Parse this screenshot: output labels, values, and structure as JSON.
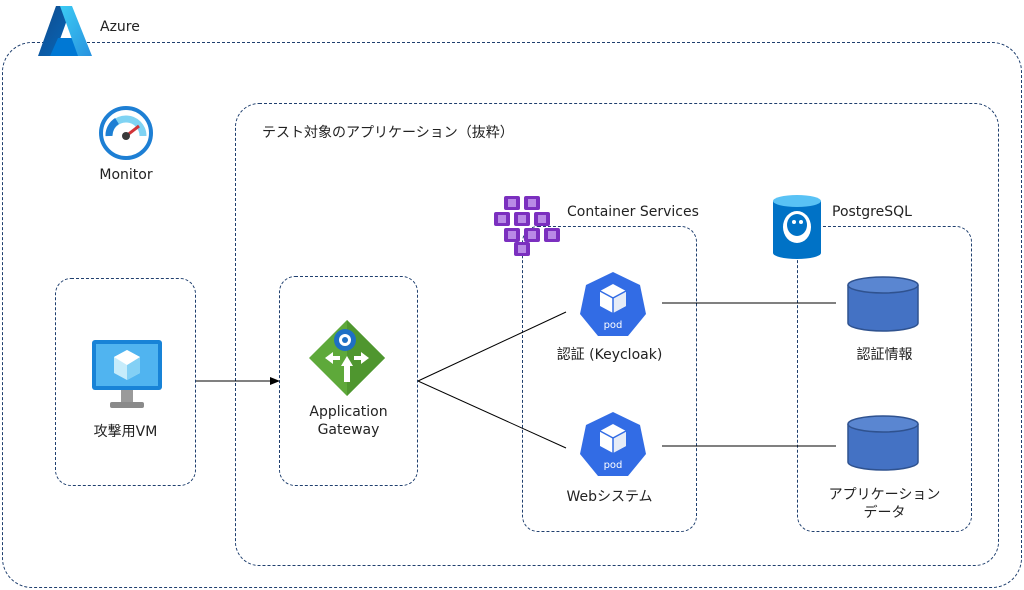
{
  "azure": {
    "label": "Azure"
  },
  "monitor": {
    "label": "Monitor"
  },
  "test_scope": {
    "label": "テスト対象のアプリケーション（抜粋）"
  },
  "attack_vm": {
    "label": "攻撃用VM"
  },
  "app_gateway": {
    "label_line1": "Application",
    "label_line2": "Gateway"
  },
  "container_services": {
    "label": "Container Services"
  },
  "postgresql": {
    "label": "PostgreSQL"
  },
  "pods": {
    "auth": {
      "badge": "pod",
      "label": "認証 (Keycloak)"
    },
    "web": {
      "badge": "pod",
      "label": "Webシステム"
    }
  },
  "databases": {
    "auth_info": {
      "label": "認証情報"
    },
    "app_data": {
      "label_line1": "アプリケーション",
      "label_line2": "データ"
    }
  },
  "colors": {
    "border": "#1f3f6e",
    "azure_blue": "#0a6fd6",
    "db_blue": "#4472c4",
    "pod_blue": "#326ce5",
    "gateway_green": "#5ea93a",
    "container_purple": "#7b2fbf"
  }
}
